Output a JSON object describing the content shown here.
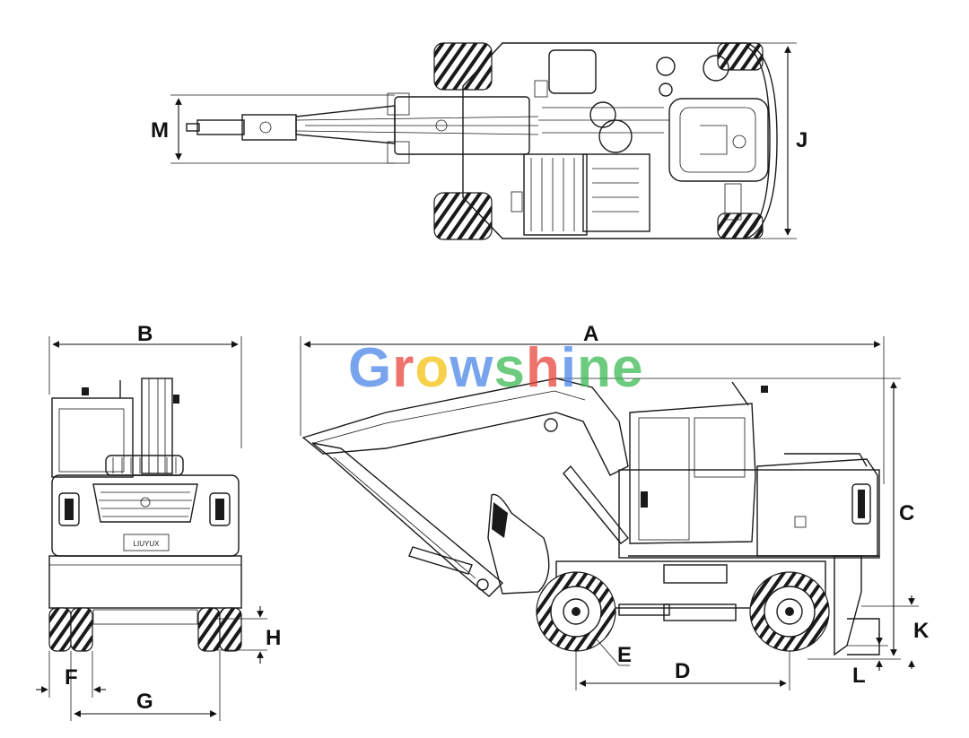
{
  "brand": {
    "letters": [
      {
        "ch": "G",
        "color": "#4a86e8"
      },
      {
        "ch": "r",
        "color": "#e8453c"
      },
      {
        "ch": "o",
        "color": "#f4c20d"
      },
      {
        "ch": "w",
        "color": "#4a86e8"
      },
      {
        "ch": "s",
        "color": "#3cba54"
      },
      {
        "ch": "h",
        "color": "#e8453c"
      },
      {
        "ch": "i",
        "color": "#4a86e8"
      },
      {
        "ch": "n",
        "color": "#3cba54"
      },
      {
        "ch": "e",
        "color": "#3cba54"
      }
    ]
  },
  "dimensions": {
    "A": "A",
    "B": "B",
    "C": "C",
    "D": "D",
    "E": "E",
    "F": "F",
    "G": "G",
    "H": "H",
    "J": "J",
    "K": "K",
    "L": "L",
    "M": "M"
  },
  "rear_plate": "LIUYUX",
  "colors": {
    "line": "#1a1a1a"
  }
}
